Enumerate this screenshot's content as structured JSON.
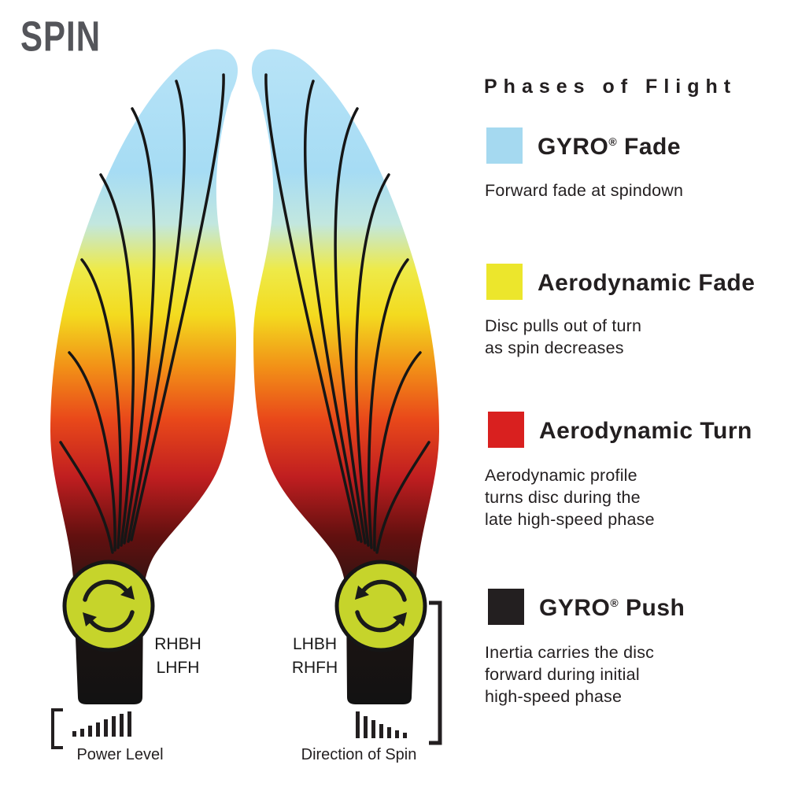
{
  "title": "SPIN",
  "diagram": {
    "left_flight_labels": [
      "RHBH",
      "LHFH"
    ],
    "right_flight_labels": [
      "LHBH",
      "RHFH"
    ],
    "power_label": "Power Level",
    "spin_label": "Direction of Spin",
    "icons": {
      "spin_circle": "circular-spin-arrows-icon",
      "power_level": "ascending-bars-icon",
      "direction_of_spin": "descending-bars-icon"
    },
    "colors": {
      "spin_circle": "#c6d42b",
      "gradient_bottom_black": "#121212",
      "gradient_red": "#c01e20",
      "gradient_orange": "#f29117",
      "gradient_yellow": "#f3db1f",
      "gradient_top_blue": "#a6dcf4",
      "line_black": "#161616"
    }
  },
  "legend": {
    "heading": "Phases of Flight",
    "items": [
      {
        "color": "#a5d9f0",
        "title_pre": "GYRO",
        "title_sup": "®",
        "title_post": " Fade",
        "desc": [
          "Forward fade at spindown"
        ]
      },
      {
        "color": "#ece62c",
        "title_pre": "Aerodynamic Fade",
        "title_sup": "",
        "title_post": "",
        "desc": [
          "Disc pulls out of turn",
          "as spin decreases"
        ]
      },
      {
        "color": "#d9201f",
        "title_pre": "Aerodynamic Turn",
        "title_sup": "",
        "title_post": "",
        "desc": [
          "Aerodynamic profile",
          "turns disc during the",
          "late high-speed phase"
        ]
      },
      {
        "color": "#231f20",
        "title_pre": "GYRO",
        "title_sup": "®",
        "title_post": " Push",
        "desc": [
          "Inertia carries the disc",
          "forward during initial",
          "high-speed phase"
        ]
      }
    ]
  }
}
